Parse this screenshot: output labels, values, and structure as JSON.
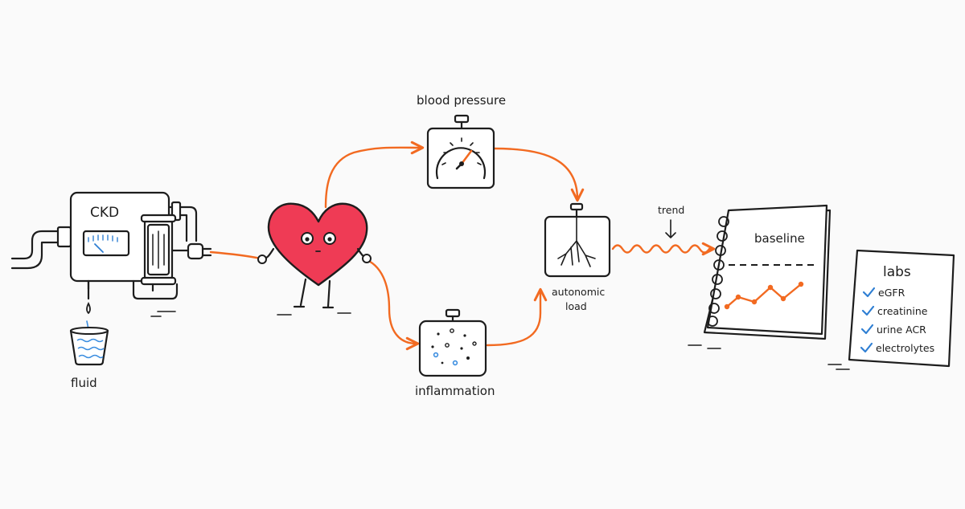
{
  "nodes": {
    "ckd": "CKD",
    "fluid": "fluid",
    "blood_pressure": "blood pressure",
    "inflammation": "inflammation",
    "autonomic_load": [
      "autonomic",
      "load"
    ],
    "trend": "trend",
    "baseline": "baseline"
  },
  "labs": {
    "title": "labs",
    "items": [
      "eGFR",
      "creatinine",
      "urine ACR",
      "electrolytes"
    ]
  },
  "colors": {
    "ink": "#1d1d1d",
    "flow_arrow": "#f26a21",
    "heart": "#ef3b55",
    "check": "#2f7fd3",
    "water": "#3a8de0"
  },
  "icons": [
    "machine-icon",
    "gauge-icon",
    "fluid-cup-icon",
    "heart-character-icon",
    "nerve-icon",
    "particles-icon",
    "notebook-icon",
    "check-icon"
  ]
}
